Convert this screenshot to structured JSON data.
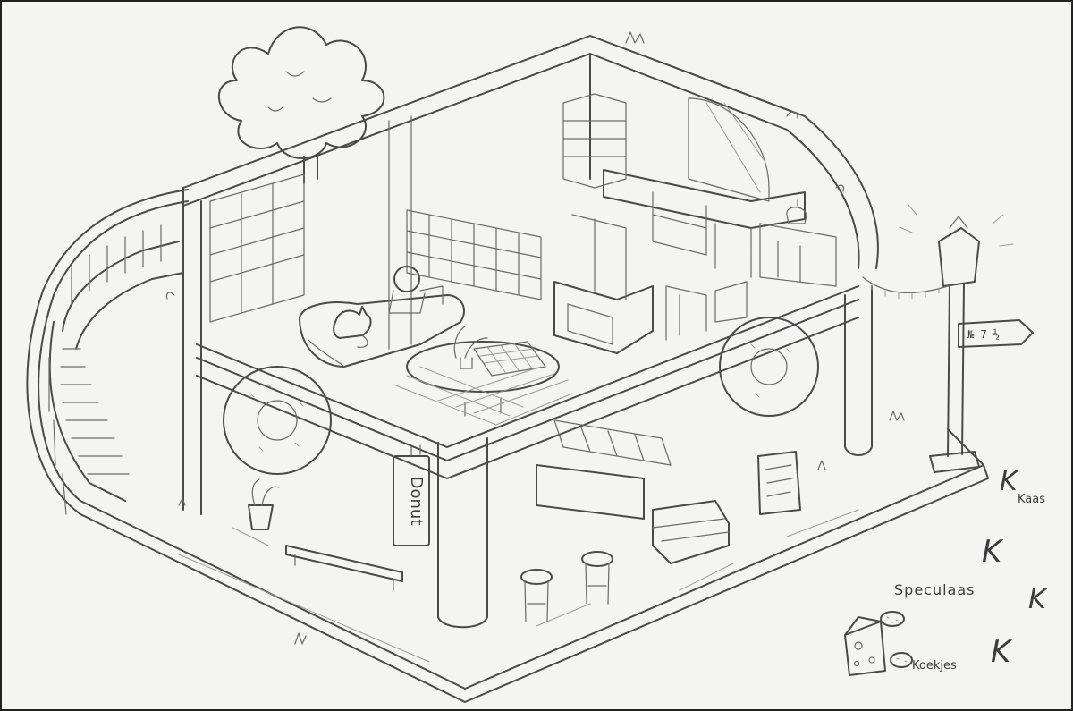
{
  "drawing": {
    "street_sign": "№ 7 ½",
    "shop_sign": "Donut",
    "labels": {
      "cheese": "Kaas",
      "cheese_marker": "K",
      "speculaas": "Speculaas",
      "speculaas_marker": "K",
      "cookies": "Koekjes",
      "cookies_marker": "K",
      "stamp": "K"
    },
    "colors": {
      "paper": "#f4f4f1",
      "pencil": "#4a4a4a"
    },
    "icons": [
      "tree-icon",
      "lamp-post-icon",
      "cheese-icon",
      "cookie-icon",
      "cat-icon",
      "plant-icon"
    ]
  }
}
